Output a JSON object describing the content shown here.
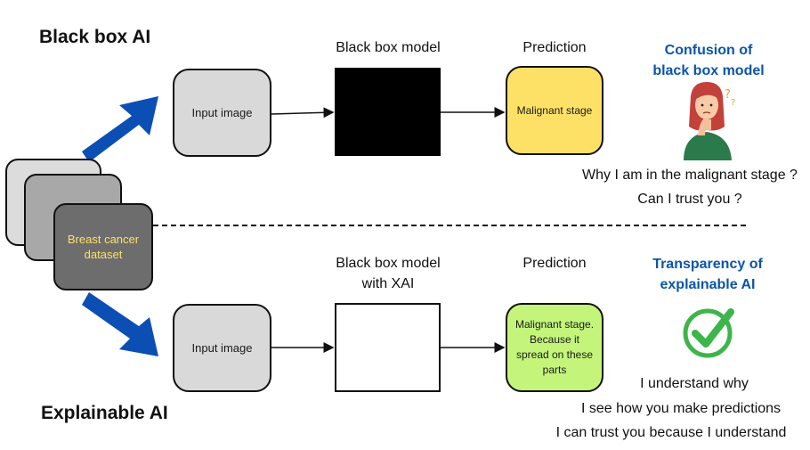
{
  "top": {
    "section_title": "Black box AI",
    "model_heading": "Black box model",
    "prediction_heading": "Prediction",
    "input_label": "Input image",
    "prediction_label": "Malignant stage",
    "concern_heading_line1": "Confusion of",
    "concern_heading_line2": "black box model",
    "quotes": [
      "Why I am in the malignant stage ?",
      "Can I trust you ?"
    ]
  },
  "bottom": {
    "section_title": "Explainable AI",
    "model_heading_line1": "Black box model",
    "model_heading_line2": "with XAI",
    "prediction_heading": "Prediction",
    "input_label": "Input image",
    "prediction_lines": [
      "Malignant stage.",
      "Because it",
      "spread on these",
      "parts"
    ],
    "concern_heading_line1": "Transparency of",
    "concern_heading_line2": "explainable AI",
    "quotes": [
      "I understand why",
      "I see how you make predictions",
      "I can trust you because I understand"
    ]
  },
  "dataset": {
    "label_line1": "Breast cancer",
    "label_line2": "dataset"
  },
  "icons": {
    "confused_person": "confused-woman-icon",
    "check": "green-check-icon"
  },
  "colors": {
    "arrow_blue": "#0b4fb5",
    "heading_blue": "#0b55a8",
    "yellow": "#fde167",
    "green": "#c4f57a",
    "check_green": "#3cb54a"
  }
}
